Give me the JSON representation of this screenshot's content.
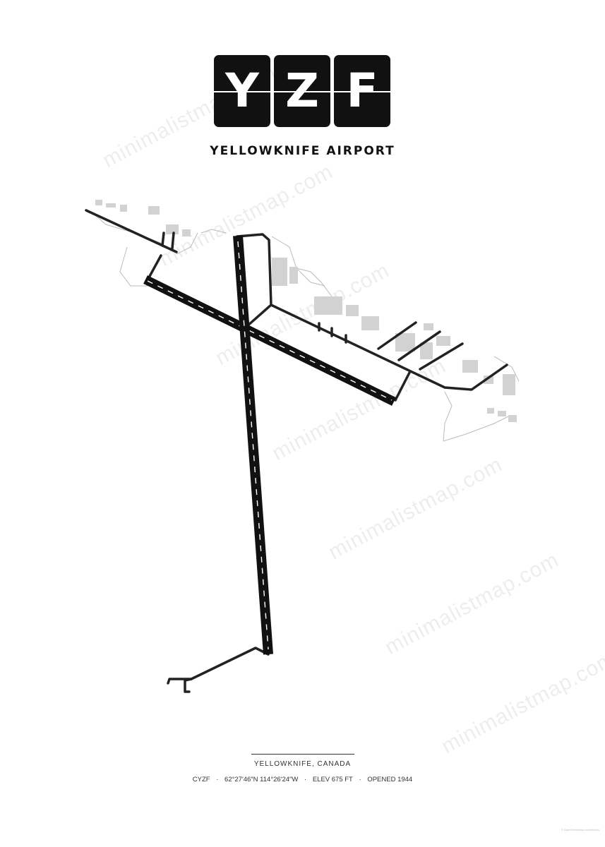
{
  "code_letters": [
    "Y",
    "Z",
    "F"
  ],
  "airport_name": "YELLOWKNIFE AIRPORT",
  "location": "YELLOWKNIFE, CANADA",
  "details": {
    "icao": "CYZF",
    "coordinates": "62°27′46″N 114°26′24″W",
    "elevation": "ELEV 675 FT",
    "opened": "OPENED 1944",
    "separator": "·"
  },
  "watermark": "minimalistmap.com",
  "credit": "© OpenStreetMap contributors",
  "colors": {
    "ink": "#111111",
    "runway_stripe": "#ffffff",
    "apron": "#cfcfcf",
    "roads": "#bbbbbb"
  }
}
